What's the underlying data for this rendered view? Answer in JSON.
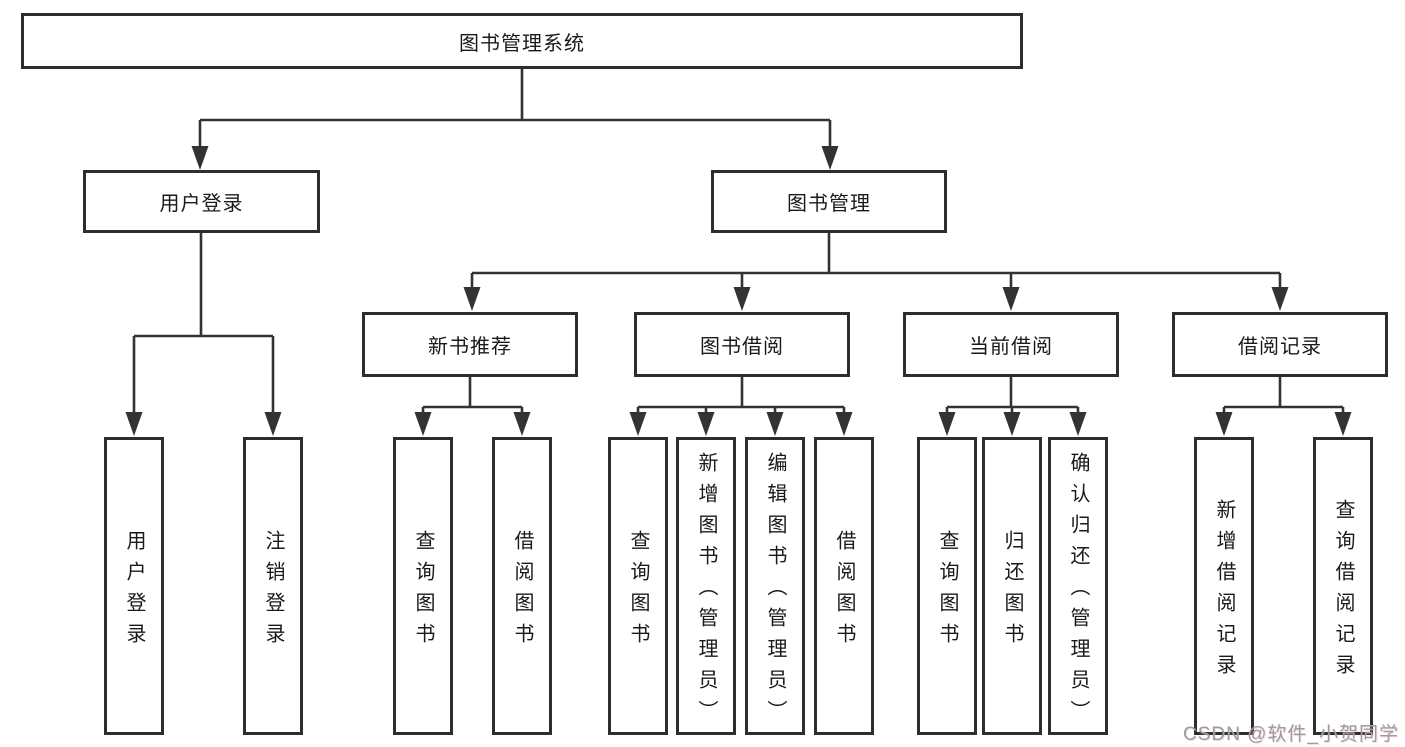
{
  "nodes": {
    "root": {
      "label": "图书管理系统"
    },
    "user_login": {
      "label": "用户登录"
    },
    "book_management": {
      "label": "图书管理"
    },
    "new_book_recommend": {
      "label": "新书推荐"
    },
    "book_borrowing": {
      "label": "图书借阅"
    },
    "current_borrowing": {
      "label": "当前借阅"
    },
    "borrowing_records": {
      "label": "借阅记录"
    },
    "leaf_user_login": {
      "label": "用户登录"
    },
    "leaf_logout": {
      "label": "注销登录"
    },
    "leaf_recommend_query_books": {
      "label": "查询图书"
    },
    "leaf_recommend_borrow_books": {
      "label": "借阅图书"
    },
    "leaf_borrowing_query_books": {
      "label": "查询图书"
    },
    "leaf_borrowing_add_books": {
      "label": "新增图书（管理员）"
    },
    "leaf_borrowing_edit_books": {
      "label": "编辑图书（管理员）"
    },
    "leaf_borrowing_borrow_books": {
      "label": "借阅图书"
    },
    "leaf_current_query_books": {
      "label": "查询图书"
    },
    "leaf_current_return_books": {
      "label": "归还图书"
    },
    "leaf_current_confirm_return": {
      "label": "确认归还（管理员）"
    },
    "leaf_records_add_record": {
      "label": "新增借阅记录"
    },
    "leaf_records_query_record": {
      "label": "查询借阅记录"
    }
  },
  "watermark": "CSDN @软件_小贺同学",
  "colors": {
    "line": "#333333",
    "border": "#2d2d2d",
    "text": "#1a1a1a",
    "bg": "#ffffff",
    "watermark": "#9c9c9c"
  }
}
